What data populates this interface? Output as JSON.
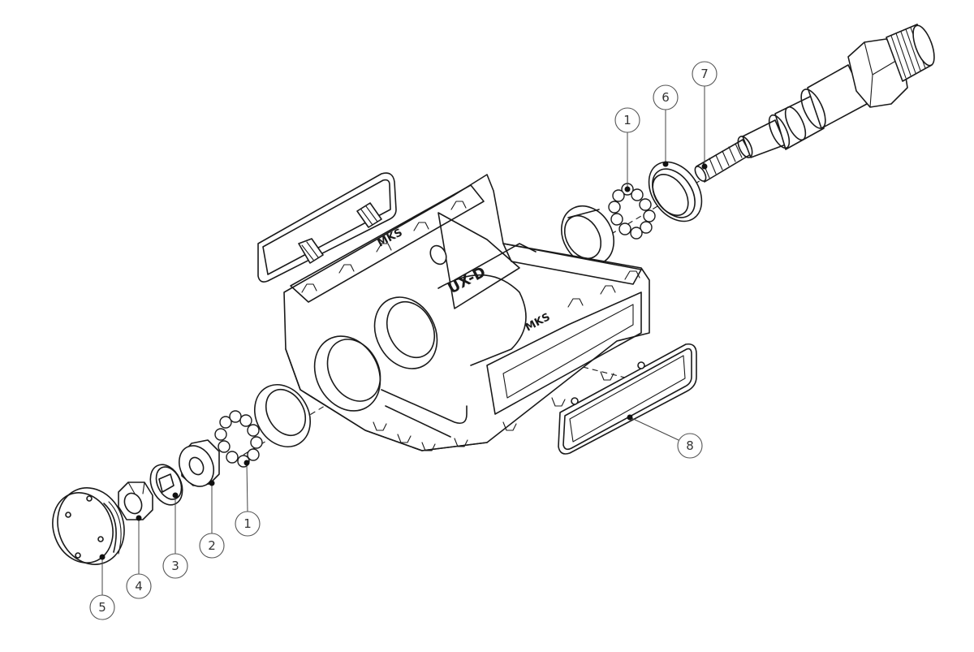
{
  "diagram": {
    "engravings": {
      "side": "MKS",
      "logo": "UX-D",
      "body": "MKS"
    },
    "callouts": [
      {
        "id": "callout-1-right",
        "number": "1",
        "part": "bearing-balls-right"
      },
      {
        "id": "callout-6",
        "number": "6",
        "part": "seal-ring"
      },
      {
        "id": "callout-7",
        "number": "7",
        "part": "spindle"
      },
      {
        "id": "callout-8",
        "number": "8",
        "part": "reflector-plate"
      },
      {
        "id": "callout-1-left",
        "number": "1",
        "part": "bearing-balls-left"
      },
      {
        "id": "callout-2",
        "number": "2",
        "part": "cone-nut"
      },
      {
        "id": "callout-3",
        "number": "3",
        "part": "lock-washer"
      },
      {
        "id": "callout-4",
        "number": "4",
        "part": "lock-nut"
      },
      {
        "id": "callout-5",
        "number": "5",
        "part": "dust-cap"
      }
    ]
  }
}
